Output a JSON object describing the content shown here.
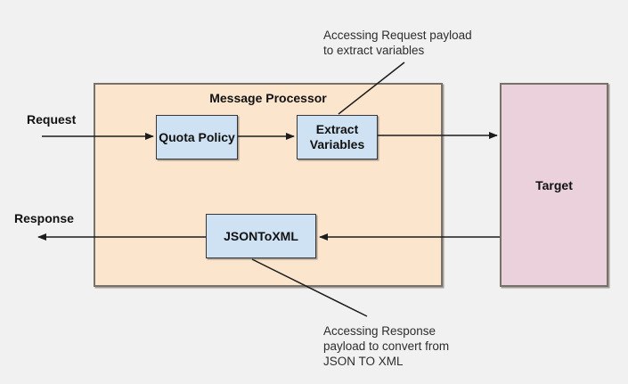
{
  "colors": {
    "canvas-bg": "#f1f1f2",
    "processor-fill": "#fce5cd",
    "node-fill": "#cfe2f3",
    "target-fill": "#ead1dc",
    "line": "#1c1c1c"
  },
  "diagram": {
    "processor_title": "Message Processor",
    "nodes": {
      "quota": "Quota Policy",
      "extract": "Extract Variables",
      "jsontoxml": "JSONToXML",
      "target": "Target"
    },
    "flow_labels": {
      "request": "Request",
      "response": "Response"
    },
    "annotations": {
      "top": "Accessing Request payload\nto extract variables",
      "bottom": "Accessing Response\npayload to convert from\nJSON TO XML"
    }
  }
}
